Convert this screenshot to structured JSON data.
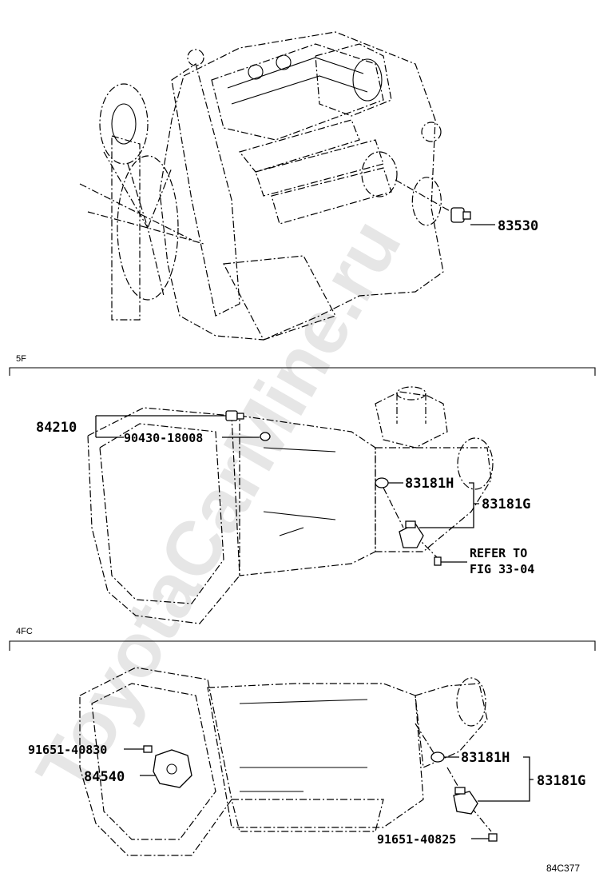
{
  "diagram": {
    "watermark": "ToyotaCarMine.ru",
    "figure_code": "84C377",
    "sections": {
      "engine": {
        "callouts": {
          "oil_pressure_switch": "83530"
        }
      },
      "manual_5f": {
        "label": "5F",
        "callouts": {
          "switch_84210": "84210",
          "gasket_90430": "90430-18008",
          "sensor_83181h": "83181H",
          "sensor_83181g": "83181G",
          "refer_line1": "REFER TO",
          "refer_line2": "FIG 33-04"
        }
      },
      "auto_4fc": {
        "label": "4FC",
        "callouts": {
          "bolt_91651_40830": "91651-40830",
          "switch_84540": "84540",
          "sensor_83181h": "83181H",
          "sensor_83181g": "83181G",
          "bolt_91651_40825": "91651-40825"
        }
      }
    }
  }
}
